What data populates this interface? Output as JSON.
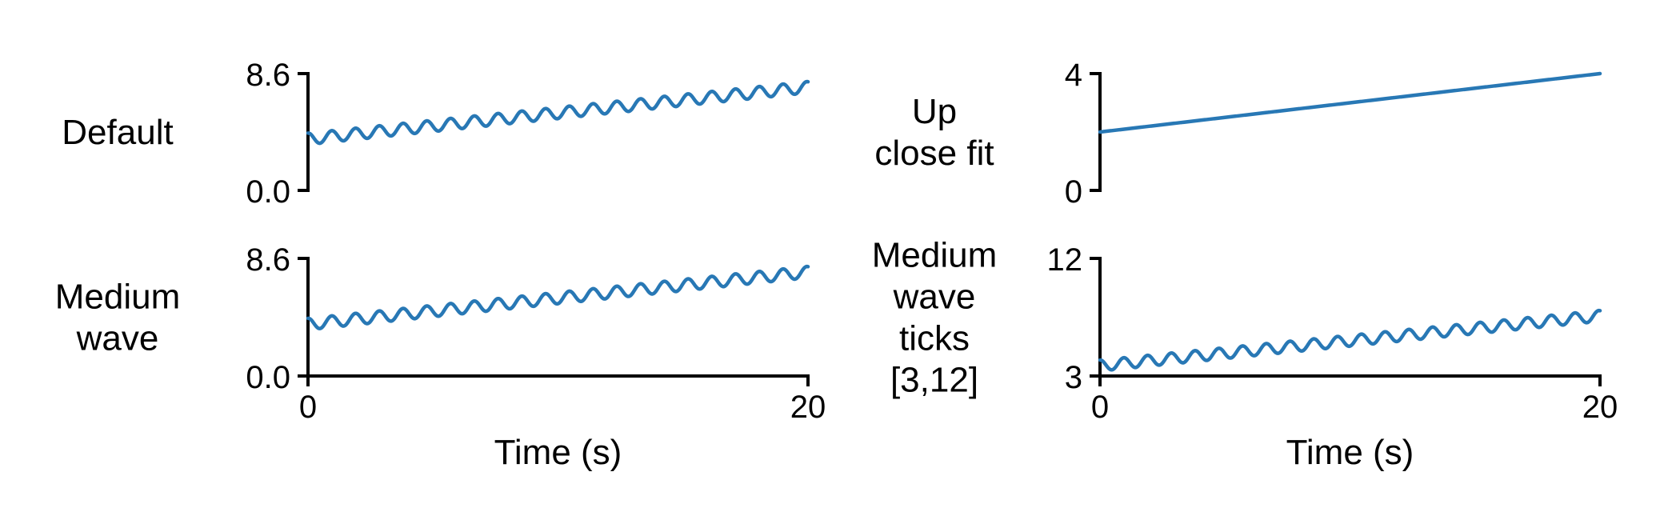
{
  "colors": {
    "line": "#2878b5",
    "axis": "#000000",
    "text": "#000000"
  },
  "chart_data": [
    {
      "type": "line",
      "row_label": [
        "Default"
      ],
      "x": [
        0,
        20
      ],
      "xlim": [
        0,
        20
      ],
      "ylim": [
        0.0,
        8.6
      ],
      "yticks": [
        "0.0",
        "8.6"
      ],
      "xticks": [],
      "xlabel": "",
      "trend": {
        "start": 3.8,
        "end": 7.6
      },
      "oscillation": {
        "amplitude": 0.42,
        "period_s": 0.95
      },
      "bottom_spine": false
    },
    {
      "type": "line",
      "row_label": [
        "Up",
        "close fit"
      ],
      "x": [
        0,
        20
      ],
      "xlim": [
        0,
        20
      ],
      "ylim": [
        0,
        4
      ],
      "yticks": [
        "0",
        "4"
      ],
      "xticks": [],
      "xlabel": "",
      "trend": {
        "start": 2.0,
        "end": 4.0
      },
      "oscillation": {
        "amplitude": 0.0,
        "period_s": 0.95
      },
      "bottom_spine": false
    },
    {
      "type": "line",
      "row_label": [
        "Medium",
        "wave"
      ],
      "x": [
        0,
        20
      ],
      "xlim": [
        0,
        20
      ],
      "ylim": [
        0.0,
        8.6
      ],
      "yticks": [
        "0.0",
        "8.6"
      ],
      "xticks": [
        "0",
        "20"
      ],
      "xlabel": "Time (s)",
      "trend": {
        "start": 3.8,
        "end": 7.6
      },
      "oscillation": {
        "amplitude": 0.42,
        "period_s": 0.95
      },
      "bottom_spine": true
    },
    {
      "type": "line",
      "row_label": [
        "Medium",
        "wave",
        "ticks",
        "[3,12]"
      ],
      "x": [
        0,
        20
      ],
      "xlim": [
        0,
        20
      ],
      "ylim": [
        3,
        12
      ],
      "yticks": [
        "3",
        "12"
      ],
      "xticks": [
        "0",
        "20"
      ],
      "xlabel": "Time (s)",
      "trend": {
        "start": 3.8,
        "end": 7.6
      },
      "oscillation": {
        "amplitude": 0.42,
        "period_s": 0.95
      },
      "bottom_spine": true
    }
  ]
}
